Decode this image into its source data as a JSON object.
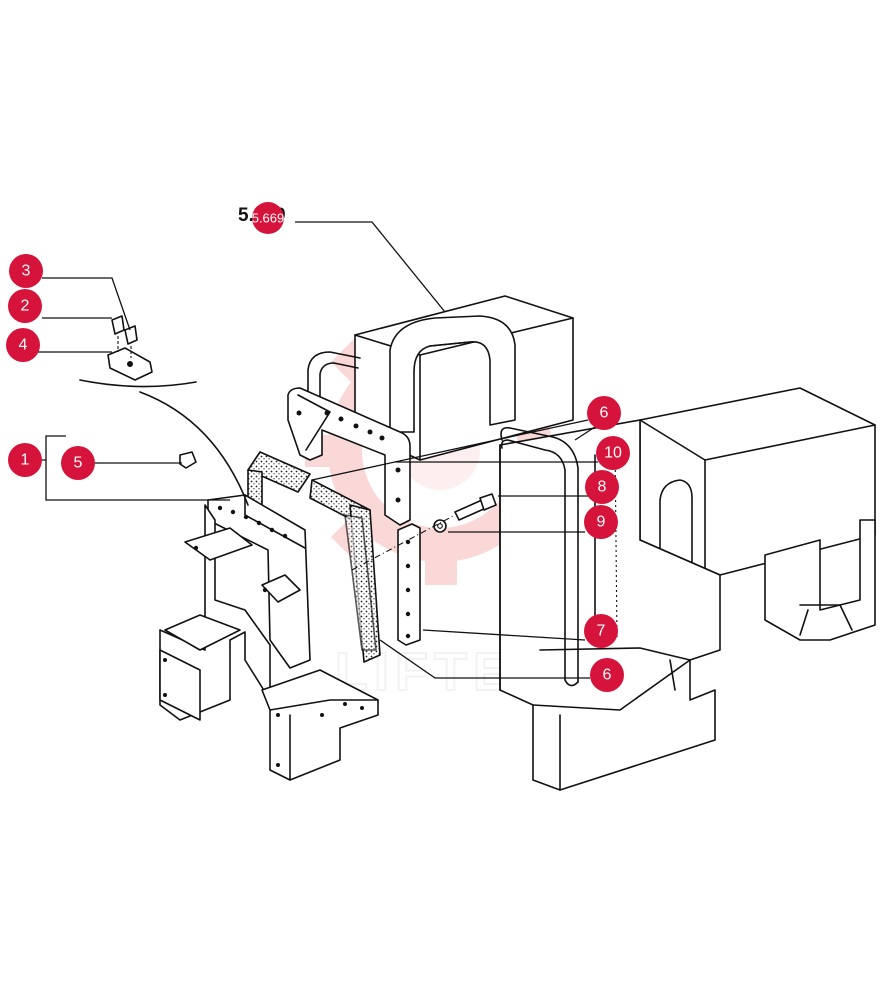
{
  "diagram": {
    "reference_label": "5.669",
    "reference_badge": "5.669",
    "watermark_text": "LIFTEX",
    "colors": {
      "callout": "#d6133a",
      "line": "#111111",
      "watermark": "#f6b9b9"
    },
    "callouts": [
      {
        "id": "c1",
        "label": "1"
      },
      {
        "id": "c2",
        "label": "2"
      },
      {
        "id": "c3",
        "label": "3"
      },
      {
        "id": "c4",
        "label": "4"
      },
      {
        "id": "c5",
        "label": "5"
      },
      {
        "id": "c6a",
        "label": "6"
      },
      {
        "id": "c6b",
        "label": "6"
      },
      {
        "id": "c7",
        "label": "7"
      },
      {
        "id": "c8",
        "label": "8"
      },
      {
        "id": "c9",
        "label": "9"
      },
      {
        "id": "c10",
        "label": "10"
      }
    ]
  }
}
